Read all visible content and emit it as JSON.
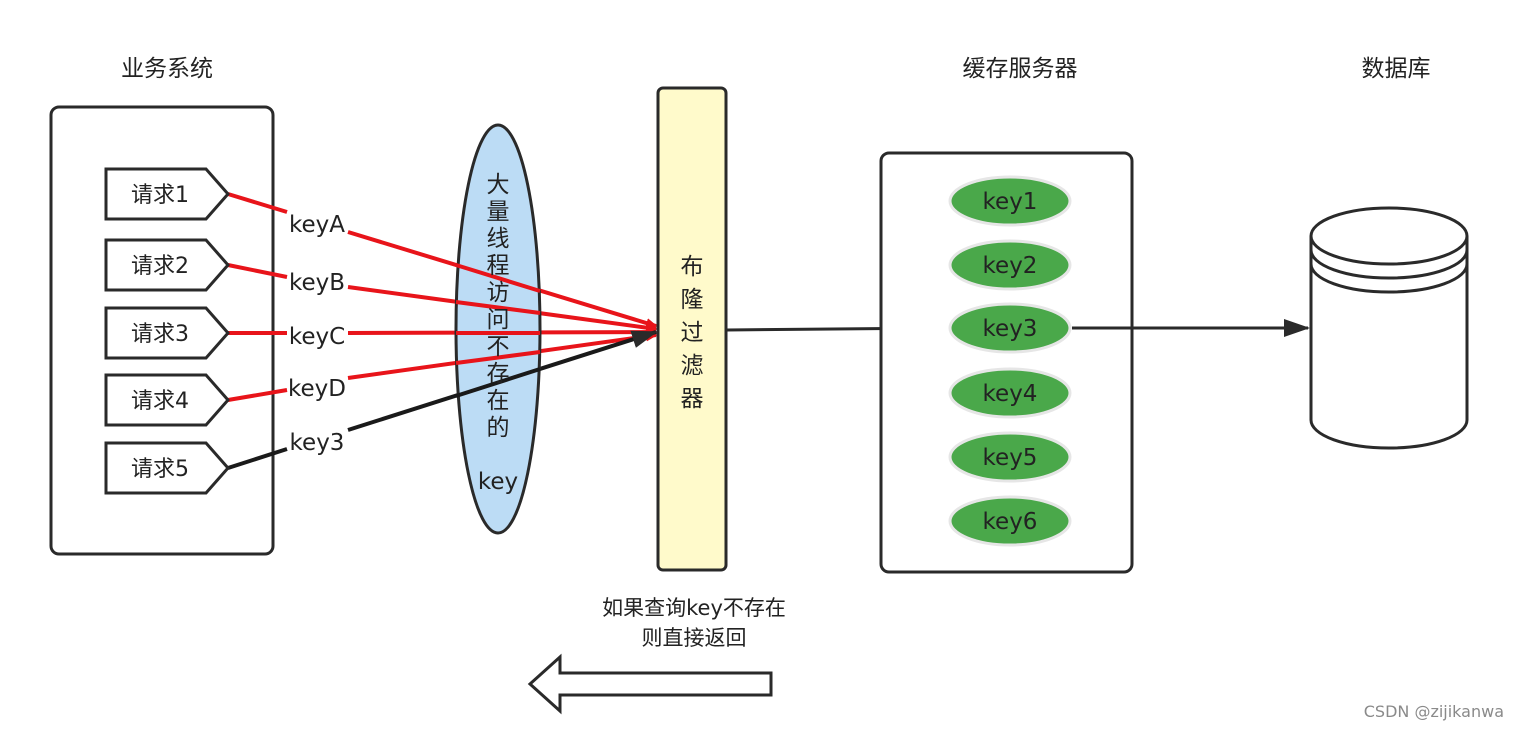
{
  "titles": {
    "business": "业务系统",
    "cache": "缓存服务器",
    "database": "数据库"
  },
  "requests": [
    "请求1",
    "请求2",
    "请求3",
    "请求4",
    "请求5"
  ],
  "request_keys": [
    "keyA",
    "keyB",
    "keyC",
    "keyD",
    "key3"
  ],
  "threads_label": [
    "大",
    "量",
    "线",
    "程",
    "访",
    "问",
    "不",
    "存",
    "在",
    "的",
    "key"
  ],
  "filter_label": [
    "布",
    "隆",
    "过",
    "滤",
    "器"
  ],
  "cache_keys": [
    "key1",
    "key2",
    "key3",
    "key4",
    "key5",
    "key6"
  ],
  "note": {
    "line1": "如果查询key不存在",
    "line2": "则直接返回"
  },
  "watermark": "CSDN @zijikanwa",
  "colors": {
    "red_line": "#e8141a",
    "dark_line": "#1a1a1a",
    "ellipse_fill": "#bcdcf5",
    "filter_fill": "#fffacb",
    "key_fill": "#4aa84a"
  }
}
